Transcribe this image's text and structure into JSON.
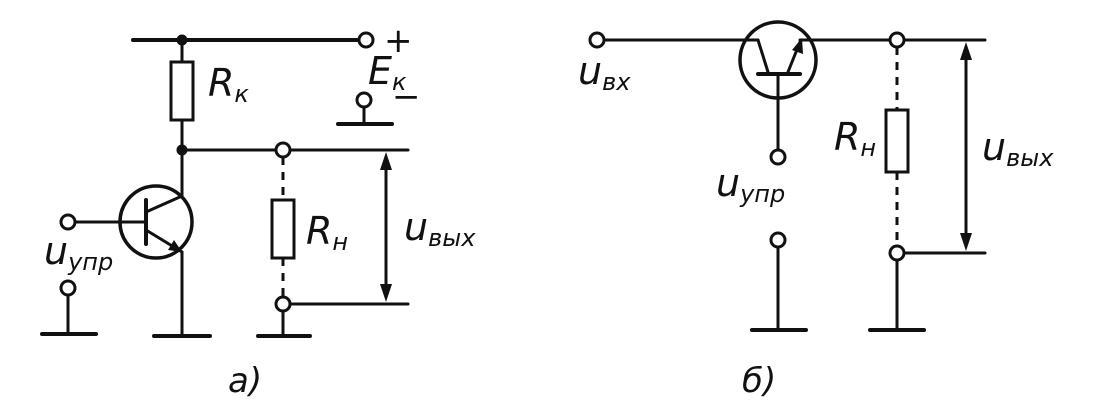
{
  "labels": {
    "rk_main": "R",
    "rk_sub": "к",
    "ek_main": "E",
    "ek_sub": "к",
    "plus": "+",
    "minus": "−",
    "rn_a_main": "R",
    "rn_a_sub": "н",
    "uout_a_main": "u",
    "uout_a_sub": "вых",
    "uctrl_a_main": "u",
    "uctrl_a_sub": "упр",
    "caption_a": "а)",
    "uin_b_main": "u",
    "uin_b_sub": "вх",
    "rn_b_main": "R",
    "rn_b_sub": "н",
    "uout_b_main": "u",
    "uout_b_sub": "вых",
    "uctrl_b_main": "u",
    "uctrl_b_sub": "упр",
    "caption_b": "б)"
  },
  "colors": {
    "ink": "#111111",
    "paper": "#ffffff"
  }
}
